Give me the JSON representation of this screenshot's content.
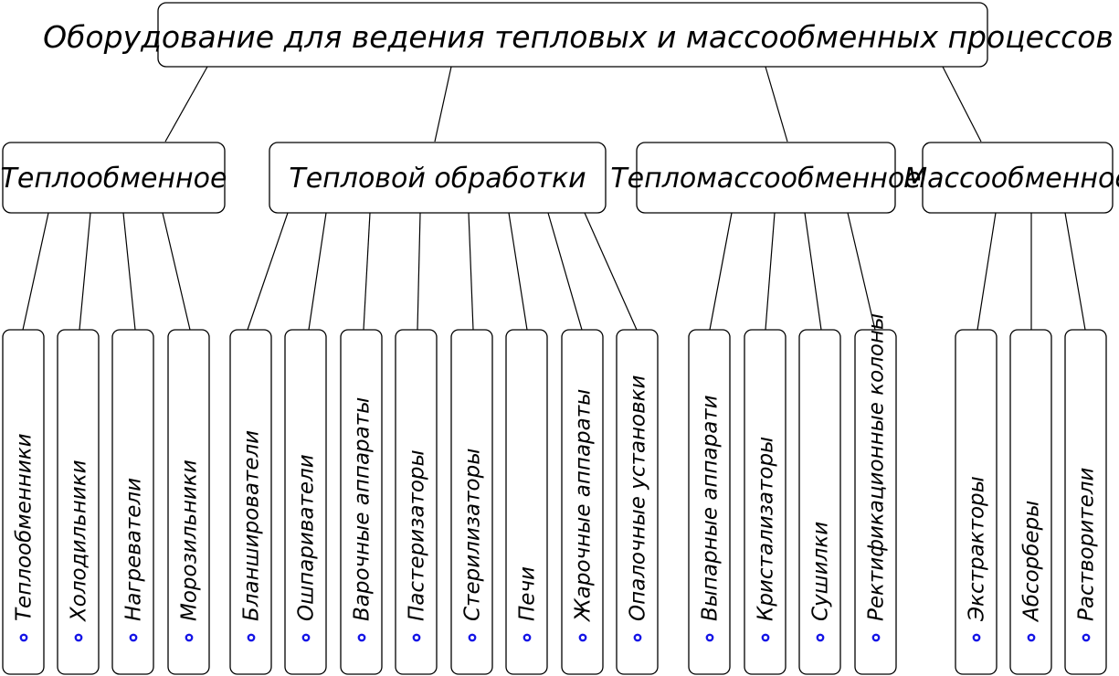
{
  "title": "Оборудование для ведения тепловых и массообменных процессов",
  "marker_color": "#1515e6",
  "categories": [
    {
      "label": "Теплообменное",
      "items": [
        "Теплообменники",
        "Холодильники",
        "Нагреватели",
        "Морозильники"
      ]
    },
    {
      "label": "Тепловой  обработки",
      "items": [
        "Бланширователи",
        "Ошпариватели",
        "Варочные аппараты",
        "Пастеризаторы",
        "Стерилизаторы",
        "Печи",
        "Жарочные аппараты",
        "Опалочные установки"
      ]
    },
    {
      "label": "Тепломассообменное",
      "items": [
        "Выпарные аппарати",
        "Кристализаторы",
        "Сушилки",
        "Ректификационные колоны"
      ]
    },
    {
      "label": "Массообменное",
      "items": [
        "Экстракторы",
        "Абсорберы",
        "Растворители"
      ]
    }
  ]
}
